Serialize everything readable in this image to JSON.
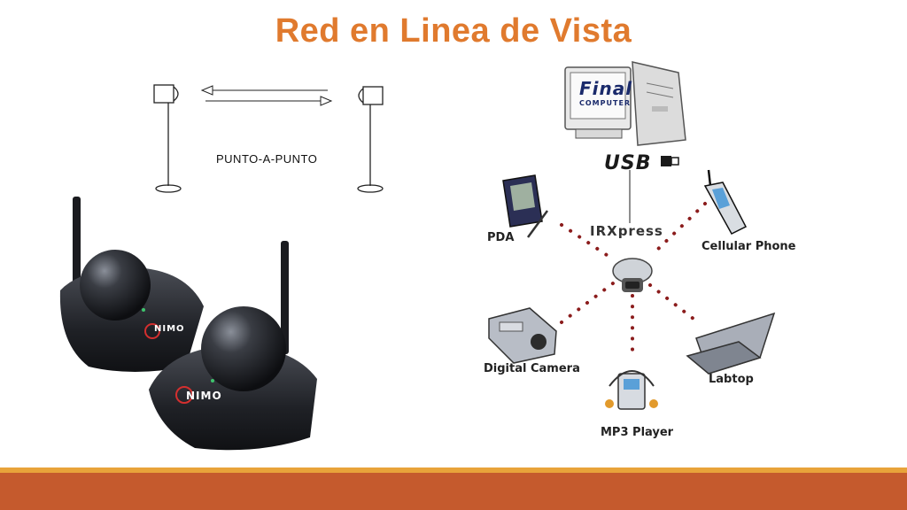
{
  "title": "Red en Linea de Vista",
  "colors": {
    "title": "#E07A2E",
    "footer_thin": "#E8A33A",
    "footer": "#C55A2D"
  },
  "point_to_point": {
    "label": "PUNTO-A-PUNTO"
  },
  "nimo_device": {
    "brand": "NIMO"
  },
  "irxpress_diagram": {
    "hub_label": "IRXpress",
    "usb_label": "USB",
    "computer_brand_line1": "Final",
    "computer_brand_line2": "COMPUTER",
    "devices": [
      {
        "label": "PDA",
        "icon": "pda-icon"
      },
      {
        "label": "Cellular Phone",
        "icon": "phone-icon"
      },
      {
        "label": "Digital Camera",
        "icon": "camera-icon"
      },
      {
        "label": "Labtop",
        "icon": "laptop-icon"
      },
      {
        "label": "MP3 Player",
        "icon": "mp3-player-icon"
      }
    ]
  }
}
